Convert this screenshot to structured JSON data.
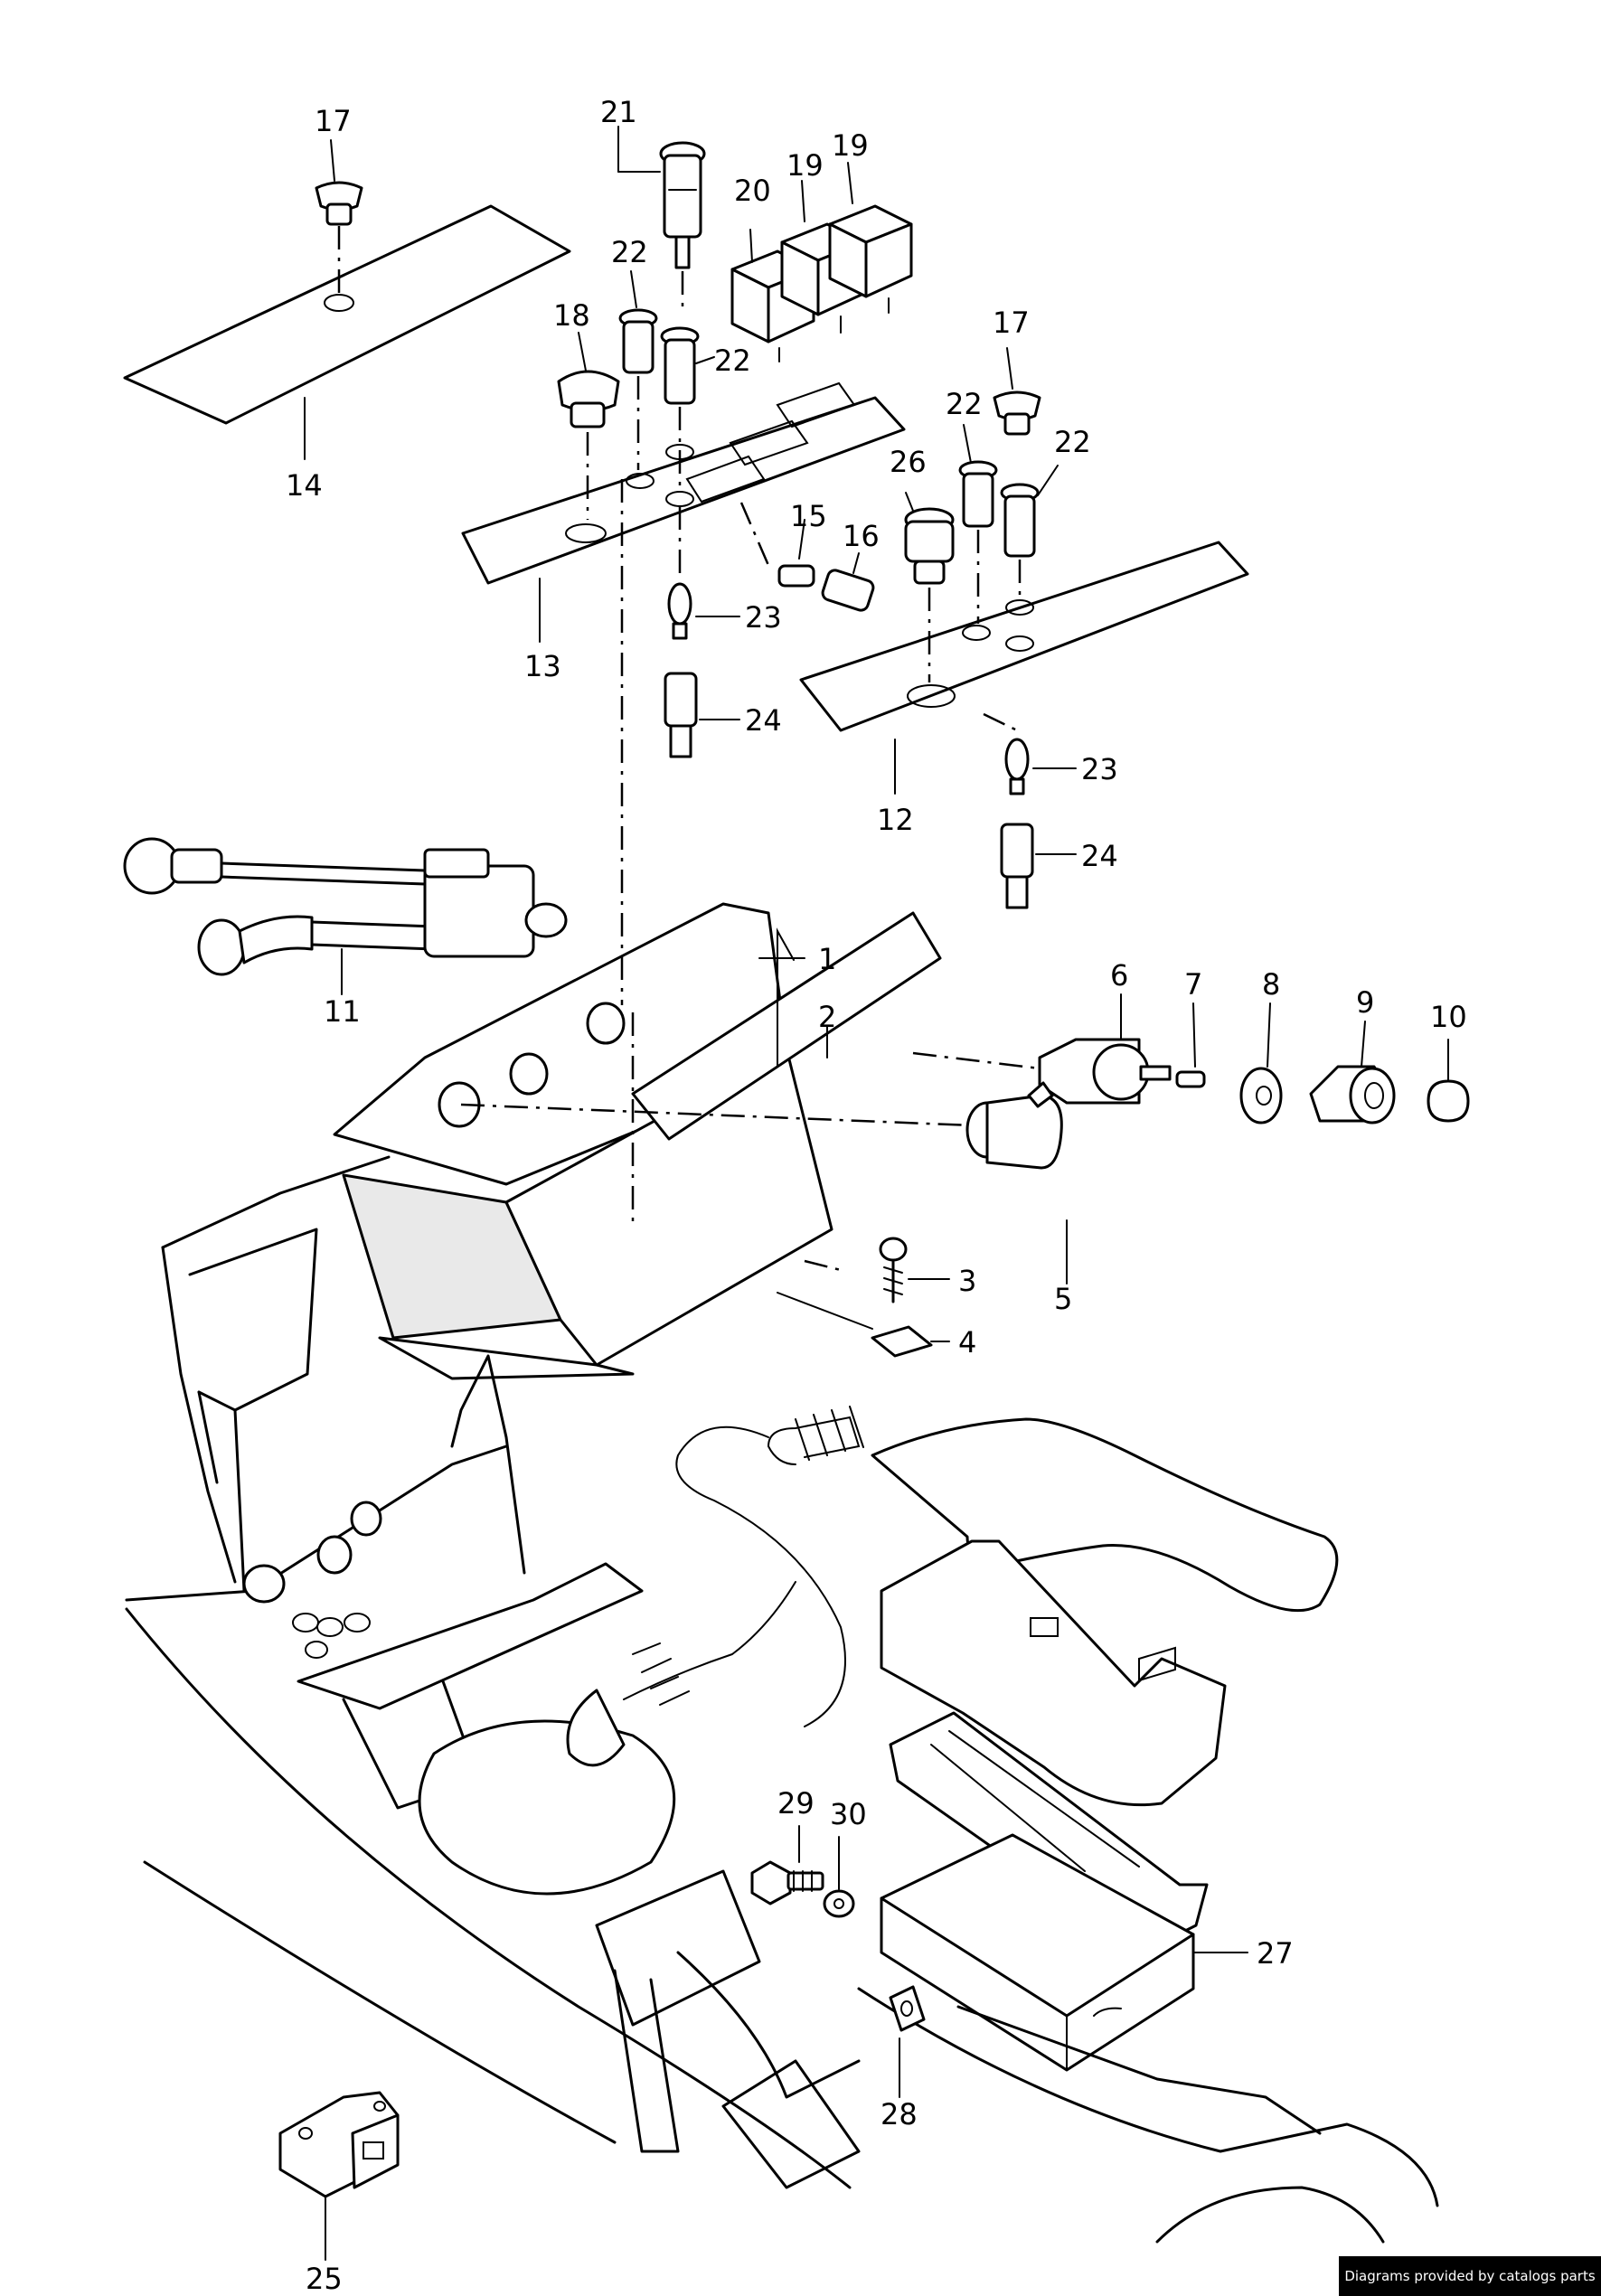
{
  "callouts": {
    "c1": "1",
    "c2": "2",
    "c3": "3",
    "c4": "4",
    "c5": "5",
    "c6": "6",
    "c7": "7",
    "c8": "8",
    "c9": "9",
    "c10": "10",
    "c11": "11",
    "c12": "12",
    "c13": "13",
    "c14": "14",
    "c15": "15",
    "c16": "16",
    "c17a": "17",
    "c17b": "17",
    "c18": "18",
    "c19a": "19",
    "c19b": "19",
    "c20": "20",
    "c21": "21",
    "c22a": "22",
    "c22b": "22",
    "c22c": "22",
    "c22d": "22",
    "c23a": "23",
    "c23b": "23",
    "c24a": "24",
    "c24b": "24",
    "c25": "25",
    "c26": "26",
    "c27": "27",
    "c28": "28",
    "c29": "29",
    "c30": "30"
  },
  "footer": {
    "credit": "Diagrams provided by catalogs parts"
  }
}
